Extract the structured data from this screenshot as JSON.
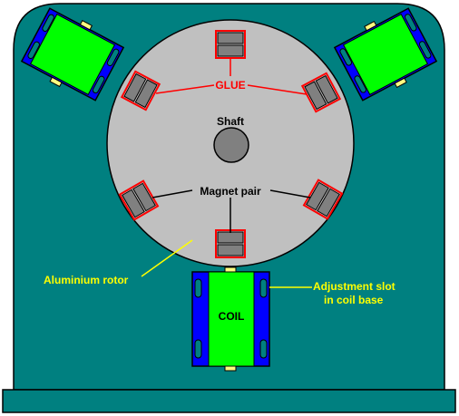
{
  "labels": {
    "glue": "GLUE",
    "shaft": "Shaft",
    "magnet_pair": "Magnet pair",
    "aluminium_rotor": "Aluminium rotor",
    "coil": "COIL",
    "adjustment_slot_line1": "Adjustment slot",
    "adjustment_slot_line2": "in coil base"
  },
  "colors": {
    "housing": "#008080",
    "base": "#008080",
    "rotor": "#c0c0c0",
    "magnet": "#808080",
    "coil_winding": "#00ff00",
    "coil_base": "#0000ff",
    "slot": "#008080",
    "glue_line": "#ff0000",
    "annotation_yellow": "#ffff00",
    "annotation_black": "#000000",
    "pin": "#ffff80"
  }
}
